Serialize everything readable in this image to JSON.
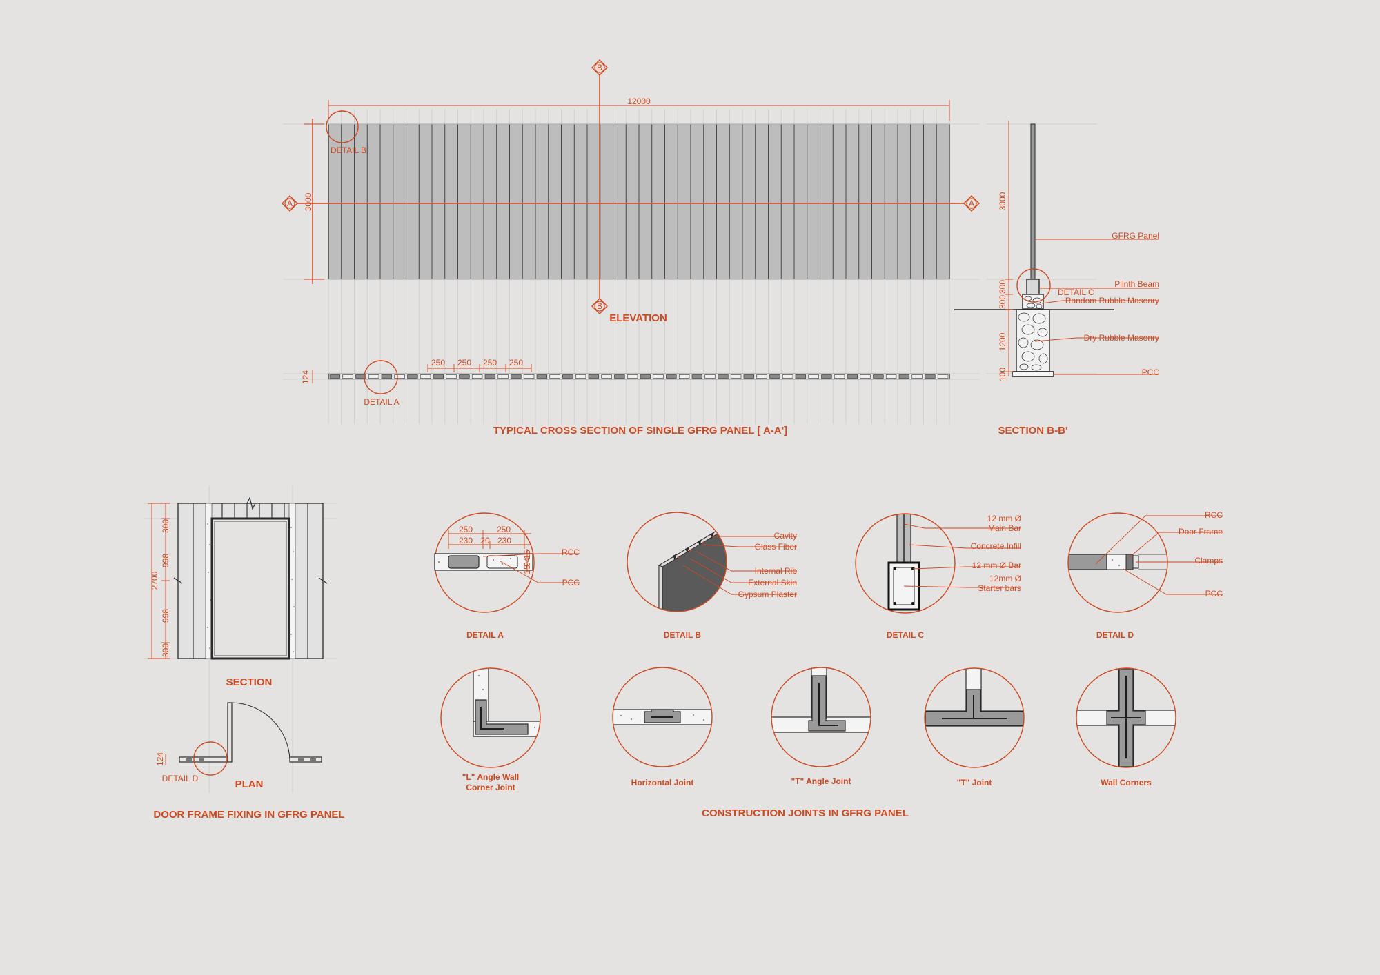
{
  "elevation": {
    "overall_width": "12000",
    "height": "3000",
    "title": "ELEVATION",
    "detail_b_tag": "DETAIL B",
    "section_marker_a": "A",
    "section_marker_b": "B"
  },
  "cross_section": {
    "thickness": "124",
    "spacings": [
      "250",
      "250",
      "250",
      "250"
    ],
    "detail_a_tag": "DETAIL A",
    "title": "TYPICAL CROSS SECTION OF SINGLE GFRG PANEL [ A-A']"
  },
  "section_bb": {
    "title": "SECTION B-B'",
    "dims": [
      "3000",
      "300",
      "300",
      "1200",
      "100"
    ],
    "labels": [
      "GFRG Panel",
      "Plinth Beam",
      "Random Rubble Masonry",
      "Dry Rubble Masonry",
      "PCC"
    ],
    "detail_c_tag": "DETAIL C"
  },
  "door_frame": {
    "section_title": "SECTION",
    "plan_title": "PLAN",
    "overall_height": "2700",
    "dims": [
      "300",
      "998",
      "998",
      "300"
    ],
    "plan_thickness": "124",
    "detail_d_tag": "DETAIL D",
    "title": "DOOR FRAME FIXING IN GFRG PANEL"
  },
  "detail_a": {
    "title": "DETAIL A",
    "dims_top": [
      "250",
      "250"
    ],
    "dims_bottom": [
      "230",
      "20",
      "230"
    ],
    "dims_side": [
      "15",
      "94",
      "15"
    ],
    "labels": [
      "RCC",
      "PCC"
    ]
  },
  "detail_b": {
    "title": "DETAIL B",
    "labels": [
      "Cavity",
      "Glass Fiber",
      "Internal Rib",
      "External Skin",
      "Gypsum Plaster"
    ]
  },
  "detail_c": {
    "title": "DETAIL C",
    "labels": [
      "12 mm Ø",
      "Main Bar",
      "Concrete Infill",
      "12 mm Ø Bar",
      "12mm Ø",
      "Starter bars"
    ]
  },
  "detail_d": {
    "title": "DETAIL D",
    "labels": [
      "RCC",
      "Door Frame",
      "Clamps",
      "PCC"
    ]
  },
  "joints": {
    "l_angle": [
      "\"L\" Angle Wall",
      "Corner Joint"
    ],
    "horizontal": "Horizontal Joint",
    "t_angle": "\"T\" Angle Joint",
    "t_joint": "\"T\" Joint",
    "wall_corners": "Wall Corners",
    "title": "CONSTRUCTION JOINTS  IN GFRG PANEL"
  },
  "colors": {
    "background": "#e4e3e2",
    "accent": "#cc4a22",
    "panel_fill": "#bdbdbd",
    "line": "#2a2a2a"
  }
}
